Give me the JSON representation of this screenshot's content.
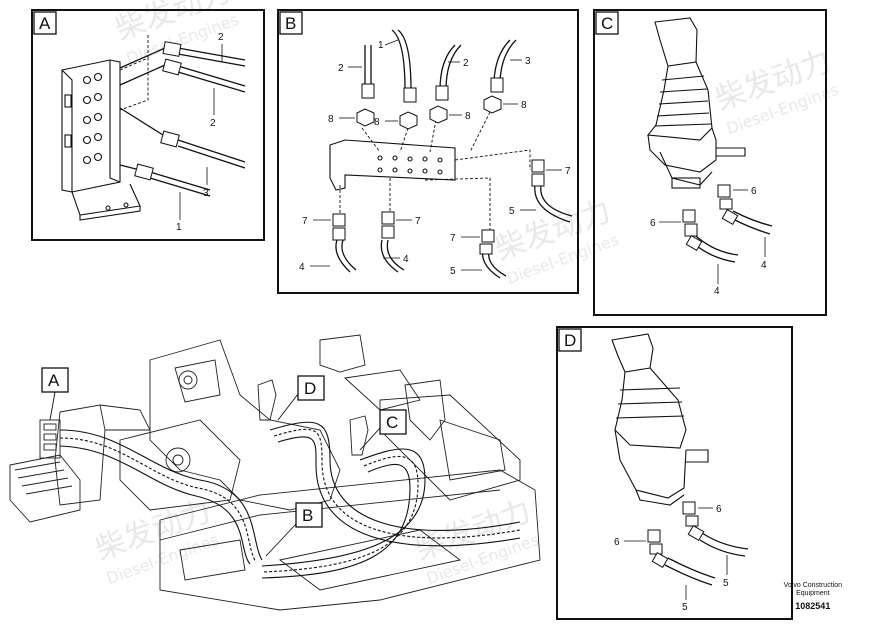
{
  "panels": [
    {
      "id": "A"
    },
    {
      "id": "B"
    },
    {
      "id": "C"
    },
    {
      "id": "D"
    }
  ],
  "callouts": {
    "A": [
      "2",
      "2",
      "3",
      "1"
    ],
    "B": [
      "1",
      "2",
      "2",
      "3",
      "8",
      "8",
      "8",
      "8",
      "7",
      "7",
      "7",
      "7",
      "4",
      "4",
      "5",
      "5"
    ],
    "C": [
      "6",
      "6",
      "4",
      "4"
    ],
    "D": [
      "6",
      "6",
      "5",
      "5"
    ]
  },
  "overview_labels": [
    "A",
    "B",
    "C",
    "D"
  ],
  "watermark": {
    "cn": "柴发动力",
    "en": "Diesel-Engines"
  },
  "footer": {
    "company_line1": "Volvo Construction",
    "company_line2": "Equipment",
    "drawing_number": "1082541"
  }
}
